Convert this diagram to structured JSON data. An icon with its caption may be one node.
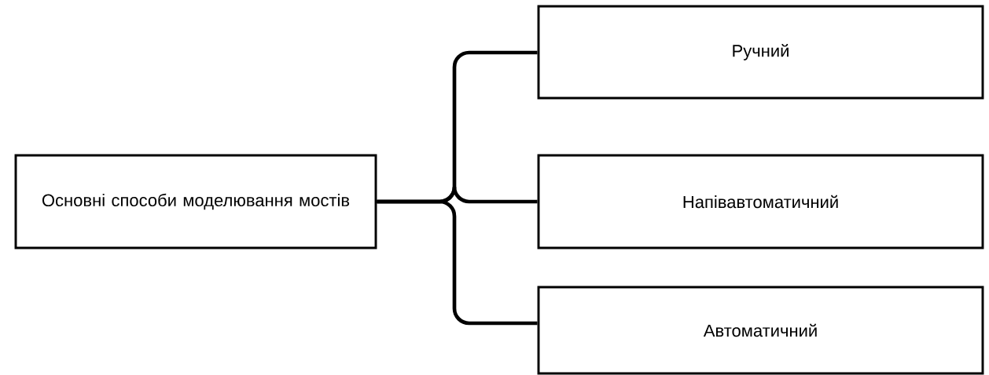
{
  "diagram": {
    "nodes": [
      {
        "text": [
          "Основні способи моделювання мостів"
        ]
      },
      {
        "text": [
          "Ручний"
        ]
      },
      {
        "text": [
          "Напівавтоматичний"
        ]
      },
      {
        "text": [
          "Автоматичний"
        ]
      }
    ],
    "edges": [
      {
        "from": 0,
        "to": 1,
        "arrow": "none"
      },
      {
        "from": 0,
        "to": 2,
        "arrow": "none"
      },
      {
        "from": 0,
        "to": 3,
        "arrow": "none"
      }
    ]
  }
}
